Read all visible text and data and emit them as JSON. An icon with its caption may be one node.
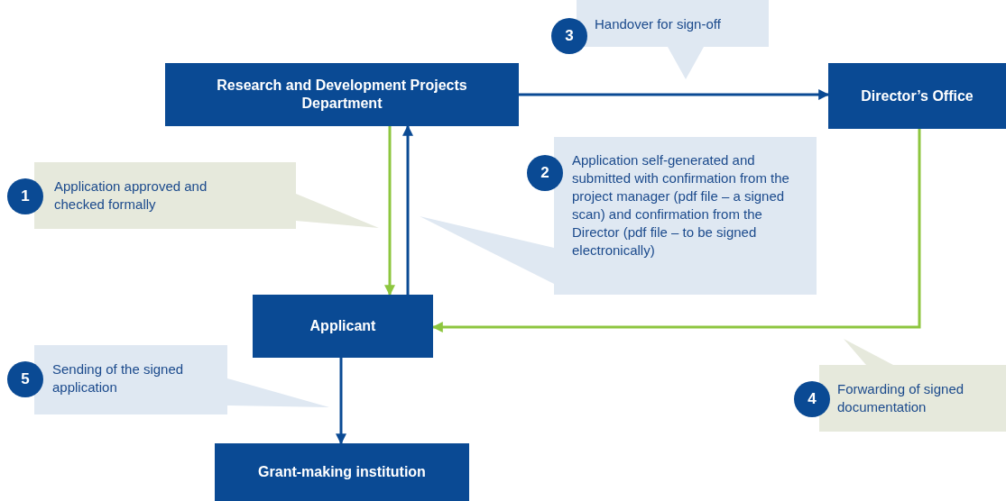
{
  "diagram": {
    "nodes": [
      {
        "text": [
          "Research and Development Projects Department"
        ]
      },
      {
        "text": [
          "Director’s Office"
        ]
      },
      {
        "text": [
          "Applicant"
        ]
      },
      {
        "text": [
          "Grant-making institution"
        ]
      },
      {
        "text": [
          "Handover for sign-off"
        ],
        "beside": [
          "3"
        ]
      },
      {
        "text": [
          "Application approved and checked formally"
        ],
        "beside": [
          "1"
        ]
      },
      {
        "text": [
          "Application self-generated and submitted with confirmation from the project manager (pdf file – a signed scan) and confirmation from the Director (pdf file – to be signed electronically)"
        ],
        "beside": [
          "2"
        ]
      },
      {
        "text": [
          "Sending of the signed application"
        ],
        "beside": [
          "5"
        ]
      },
      {
        "text": [
          "Forwarding of signed documentation"
        ],
        "beside": [
          "4"
        ]
      }
    ],
    "edges": [
      {
        "from": 0,
        "to": 1,
        "arrow": "to"
      },
      {
        "from": 0,
        "to": 2,
        "arrow": "to",
        "color": "#8dc63f"
      },
      {
        "from": 2,
        "to": 0,
        "arrow": "to"
      },
      {
        "from": 1,
        "to": 2,
        "arrow": "to",
        "color": "#8dc63f"
      },
      {
        "from": 2,
        "to": 3,
        "arrow": "to"
      }
    ]
  }
}
